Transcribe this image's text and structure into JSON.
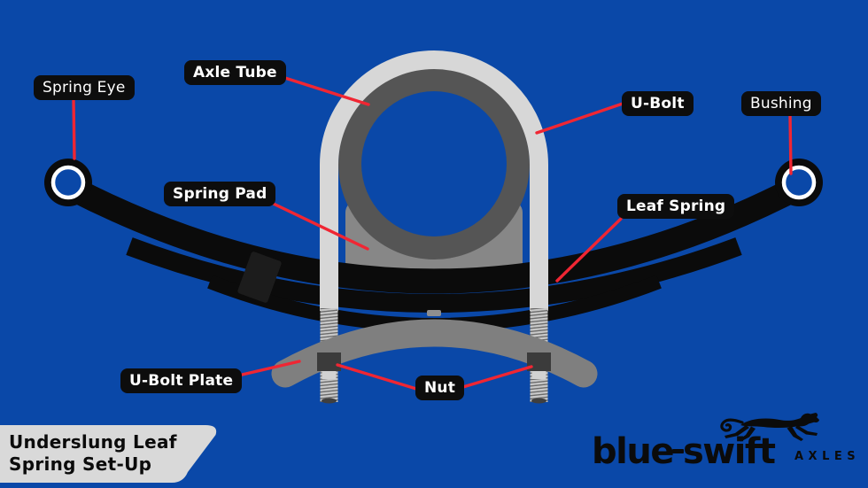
{
  "colors": {
    "background": "#0A48A8",
    "leader_red": "#F02633",
    "label_bg": "#0D0D0D",
    "label_text": "#FFFFFF",
    "steel_gray": "#D7D7D7",
    "tube_gray": "#555555",
    "pad_gray": "#878787",
    "plate_gray": "#7F7F7F",
    "nut_gray": "#3B3B3B",
    "ink_black": "#0B0B0B",
    "card_gray": "#D9D9D9"
  },
  "labels": {
    "spring_eye": "Spring Eye",
    "axle_tube": "Axle Tube",
    "u_bolt": "U-Bolt",
    "bushing": "Bushing",
    "spring_pad": "Spring Pad",
    "leaf_spring": "Leaf Spring",
    "u_bolt_plate": "U-Bolt Plate",
    "nut": "Nut"
  },
  "title": {
    "line1": "Underslung Leaf",
    "line2": "Spring Set-Up"
  },
  "logo": {
    "brand_left": "blue",
    "brand_right": "swift",
    "suffix": "AXLES",
    "mascot": "cheetah-icon"
  }
}
